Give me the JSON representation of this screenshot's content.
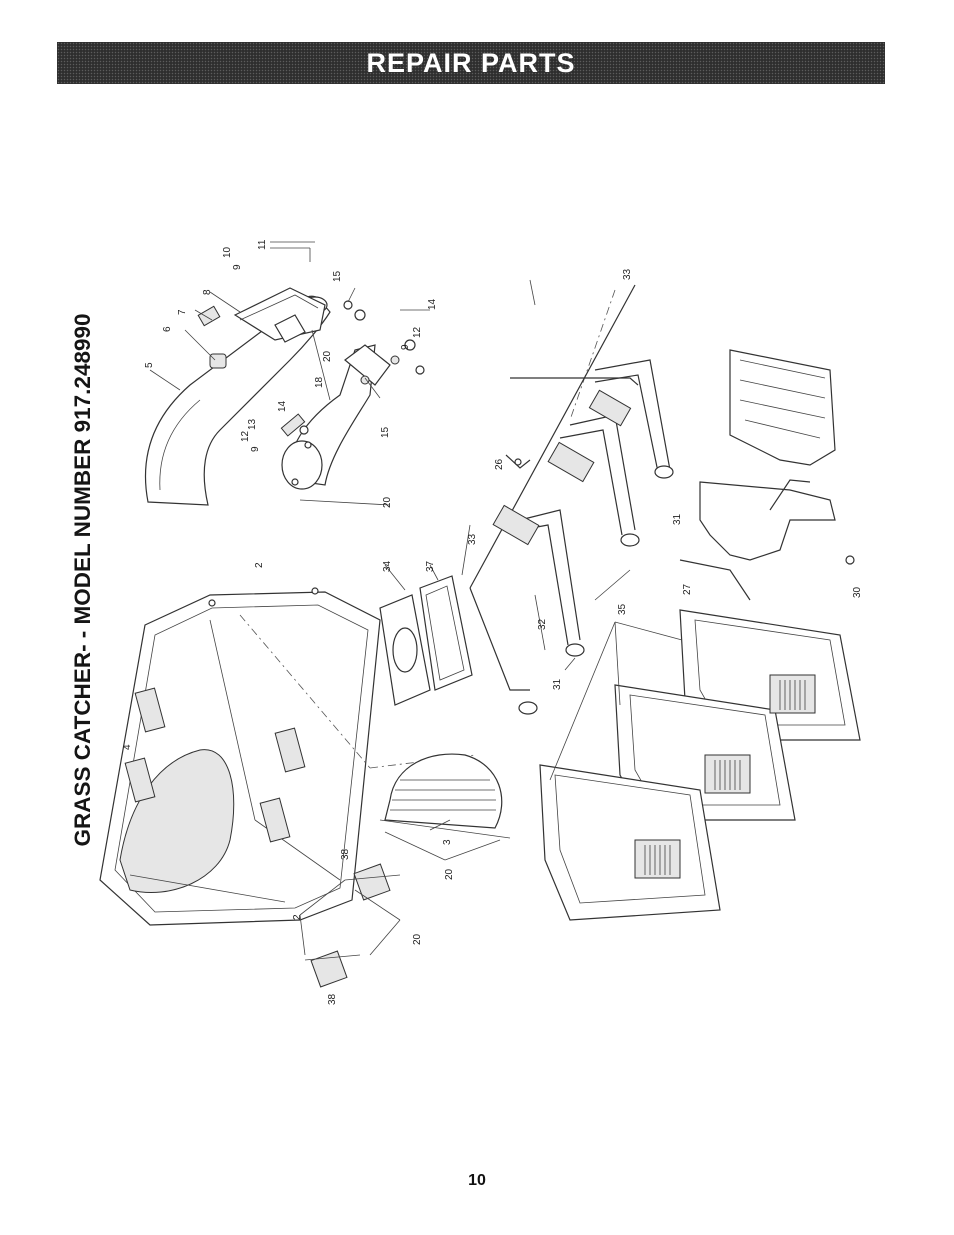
{
  "header": {
    "title": "REPAIR PARTS"
  },
  "side_title": "GRASS CATCHER- - MODEL NUMBER 917.248990",
  "page_number": "10",
  "callouts": [
    {
      "id": "c10",
      "text": "10"
    },
    {
      "id": "c11",
      "text": "11"
    },
    {
      "id": "c9a",
      "text": "9"
    },
    {
      "id": "c15a",
      "text": "15"
    },
    {
      "id": "c14a",
      "text": "14"
    },
    {
      "id": "c8",
      "text": "8"
    },
    {
      "id": "c7",
      "text": "7"
    },
    {
      "id": "c6",
      "text": "6"
    },
    {
      "id": "c5",
      "text": "5"
    },
    {
      "id": "c12a",
      "text": "12"
    },
    {
      "id": "c9b",
      "text": "9"
    },
    {
      "id": "c20a",
      "text": "20"
    },
    {
      "id": "c18",
      "text": "18"
    },
    {
      "id": "c14b",
      "text": "14"
    },
    {
      "id": "c12b",
      "text": "12"
    },
    {
      "id": "c13",
      "text": "13"
    },
    {
      "id": "c9c",
      "text": "9"
    },
    {
      "id": "c15b",
      "text": "15"
    },
    {
      "id": "c20b",
      "text": "20"
    },
    {
      "id": "c33a",
      "text": "33"
    },
    {
      "id": "c26",
      "text": "26"
    },
    {
      "id": "c31a",
      "text": "31"
    },
    {
      "id": "c33b",
      "text": "33"
    },
    {
      "id": "c32",
      "text": "32"
    },
    {
      "id": "c31b",
      "text": "31"
    },
    {
      "id": "c27",
      "text": "27"
    },
    {
      "id": "c30",
      "text": "30"
    },
    {
      "id": "c2a",
      "text": "2"
    },
    {
      "id": "c34",
      "text": "34"
    },
    {
      "id": "c37",
      "text": "37"
    },
    {
      "id": "c4",
      "text": "4"
    },
    {
      "id": "c35",
      "text": "35"
    },
    {
      "id": "c3",
      "text": "3"
    },
    {
      "id": "c20c",
      "text": "20"
    },
    {
      "id": "c38a",
      "text": "38"
    },
    {
      "id": "c2b",
      "text": "2"
    },
    {
      "id": "c20d",
      "text": "20"
    },
    {
      "id": "c38b",
      "text": "38"
    }
  ]
}
